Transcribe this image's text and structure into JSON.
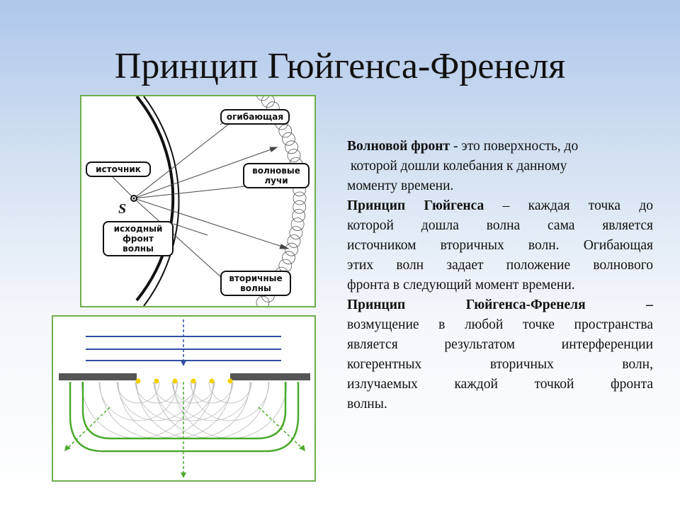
{
  "slide": {
    "title": "Принцип Гюйгенса-Френеля"
  },
  "figure_top": {
    "labels": {
      "envelope": "огибающая",
      "source": "источник",
      "wave_rays_1": "волновые",
      "wave_rays_2": "лучи",
      "initial_front_1": "исходный",
      "initial_front_2": "фронт",
      "initial_front_3": "волны",
      "secondary_1": "вторичные",
      "secondary_2": "волны",
      "source_symbol": "S"
    }
  },
  "text": {
    "wavefront_term": "Волновой фронт",
    "wavefront_line1": " - это поверхность, до",
    "wavefront_line2": " которой дошли колебания к данному",
    "wavefront_line3": "моменту времени.",
    "huygens_term": "Принцип Гюйгенса",
    "huygens_line1": " – каждая точка до",
    "huygens_line2": "которой дошла волна сама является",
    "huygens_line3": "источником вторичных волн. Огибающая",
    "huygens_line4": "этих волн задает положение волнового",
    "huygens_line5": "фронта в следующий момент времени.",
    "hf_term": "Принцип Гюйгенса-Френеля",
    "hf_dash": " –",
    "hf_line2": "возмущение в любой точке пространства",
    "hf_line3": "является результатом интерференции",
    "hf_line4": "когерентных вторичных волн,",
    "hf_line5": "излучаемых каждой точкой фронта",
    "hf_line6": "волны."
  },
  "colors": {
    "frame_green": "#6fae4a",
    "wave_blue": "#2f4fa0",
    "wave_green": "#4caa2c",
    "slit_gray": "#555555",
    "point_yellow": "#f5d000"
  }
}
